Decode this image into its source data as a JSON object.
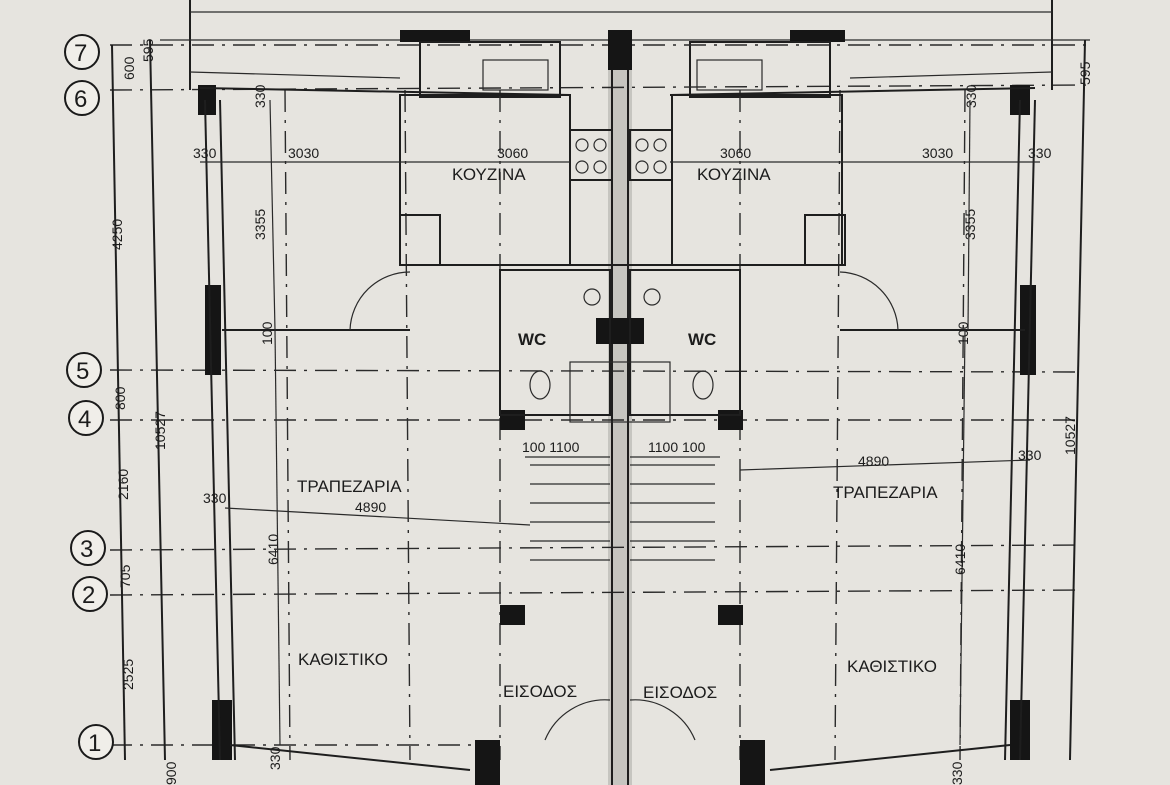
{
  "grid_markers": [
    "7",
    "6",
    "5",
    "4",
    "3",
    "2",
    "1"
  ],
  "left_dimensions": {
    "d600": "600",
    "d4250": "4250",
    "d800": "800",
    "d2160": "2160",
    "d705": "705",
    "d2525": "2525",
    "d595": "595",
    "d10527": "10527",
    "d900": "900"
  },
  "right_dimensions": {
    "d595": "595",
    "d10527": "10527"
  },
  "rooms": {
    "kitchen_left": "ΚΟΥΖΙΝΑ",
    "kitchen_right": "ΚΟΥΖΙΝΑ",
    "wc_left": "WC",
    "wc_right": "WC",
    "dining_left": "ΤΡΑΠΕΖΑΡΙΑ",
    "dining_right": "ΤΡΑΠΕΖΑΡΙΑ",
    "living_left": "ΚΑΘΙΣΤΙΚΟ",
    "living_right": "ΚΑΘΙΣΤΙΚΟ",
    "entrance_left": "ΕΙΣΟΔΟΣ",
    "entrance_right": "ΕΙΣΟΔΟΣ"
  },
  "interior_dimensions": {
    "w330_tl": "330",
    "w3030_l": "3030",
    "w3060_l": "3060",
    "w3060_r": "3060",
    "w3030_r": "3030",
    "w330_tr": "330",
    "w330_top_l": "330",
    "w330_top_r": "330",
    "h3355_l": "3355",
    "h3355_r": "3355",
    "h100_l": "100",
    "h100_r": "100",
    "stair_l": "100 1100",
    "stair_r": "1100 100",
    "w4890_l": "4890",
    "w4890_r": "4890",
    "w330_ml": "330",
    "w330_mr": "330",
    "h6410_l": "6410",
    "h6410_r": "6410",
    "w330_bl": "330",
    "w330_br": "330"
  }
}
